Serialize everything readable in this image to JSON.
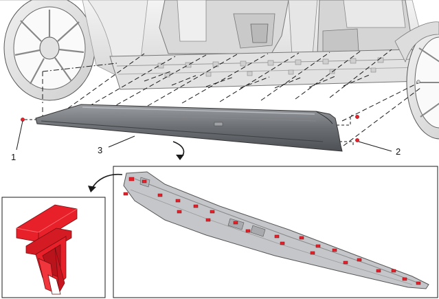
{
  "callouts": [
    {
      "id": "1",
      "label": "1"
    },
    {
      "id": "2",
      "label": "2"
    },
    {
      "id": "3",
      "label": "3"
    }
  ],
  "colors": {
    "clip_red": "#e8202a",
    "part_gray": "#6b6e72",
    "body_gray": "#e9e9e9",
    "line": "#1a1a1a"
  },
  "icons": {
    "zoom_arrow": "curved-arrow-icon",
    "detail_arrow": "curved-arrow-icon"
  }
}
